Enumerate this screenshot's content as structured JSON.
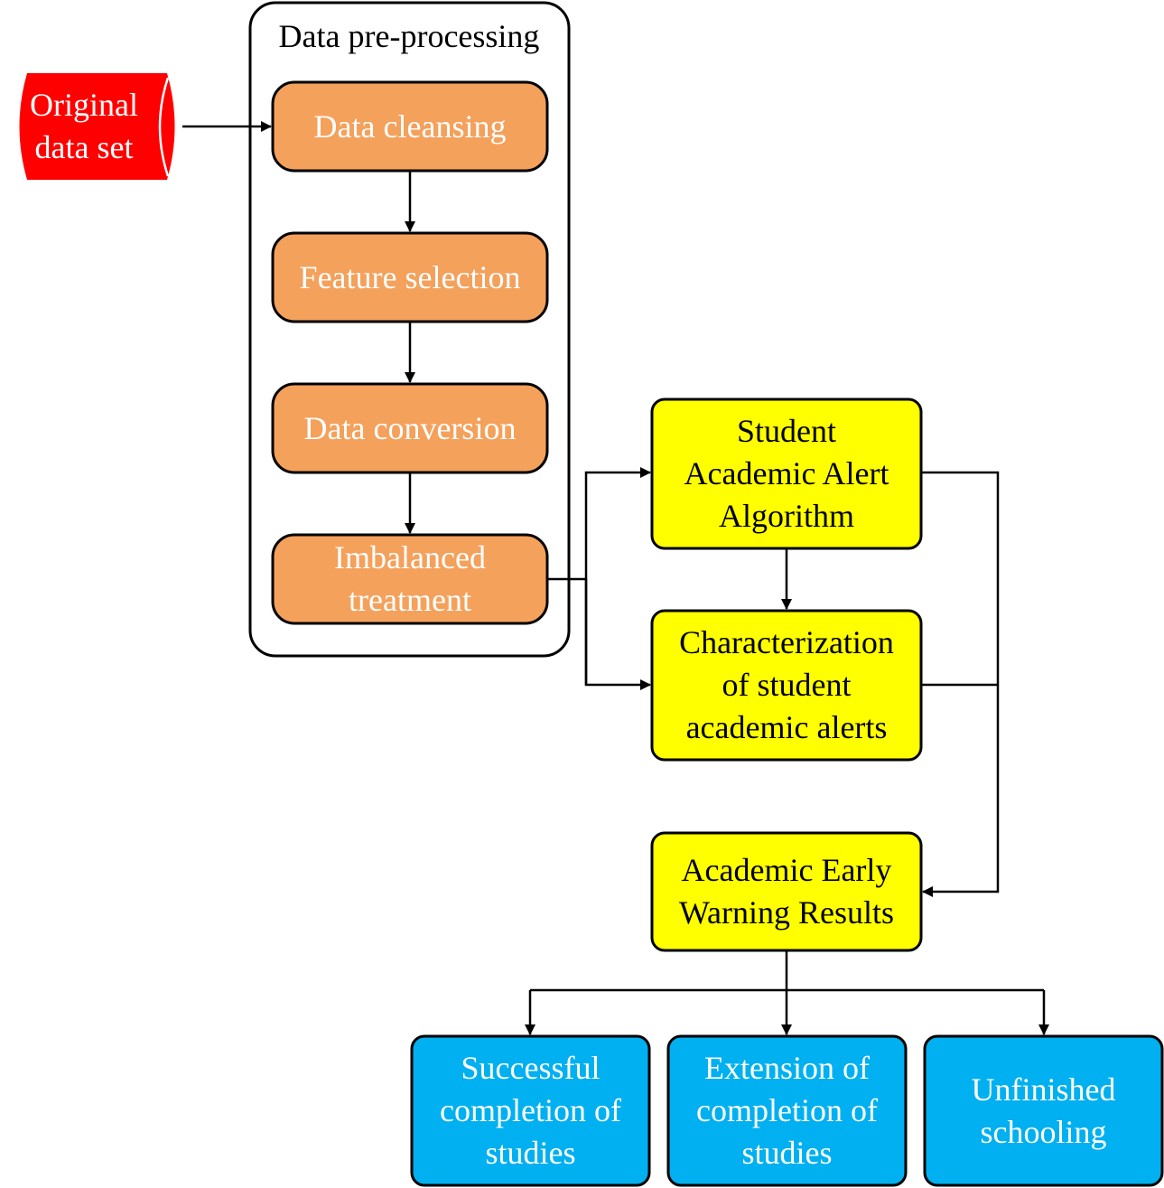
{
  "diagram": {
    "group": {
      "label": "Data pre-processing"
    },
    "nodes": {
      "original": {
        "label": "Original\ndata set"
      },
      "cleansing": {
        "label": "Data cleansing"
      },
      "feature": {
        "label": "Feature selection"
      },
      "conversion": {
        "label": "Data conversion"
      },
      "imbalanced": {
        "label": "Imbalanced\ntreatment"
      },
      "algorithm": {
        "label": "Student\nAcademic Alert\nAlgorithm"
      },
      "characterization": {
        "label": "Characterization\nof student\nacademic alerts"
      },
      "results": {
        "label": "Academic Early\nWarning Results"
      },
      "successful": {
        "label": "Successful\ncompletion of\nstudies"
      },
      "extension": {
        "label": "Extension of\ncompletion of\nstudies"
      },
      "unfinished": {
        "label": "Unfinished\nschooling"
      }
    },
    "colors": {
      "database": "#ff0000",
      "preprocess_step": "#f4a15c",
      "analysis_step": "#ffff00",
      "outcome": "#00b0f0",
      "stroke": "#000000"
    }
  }
}
